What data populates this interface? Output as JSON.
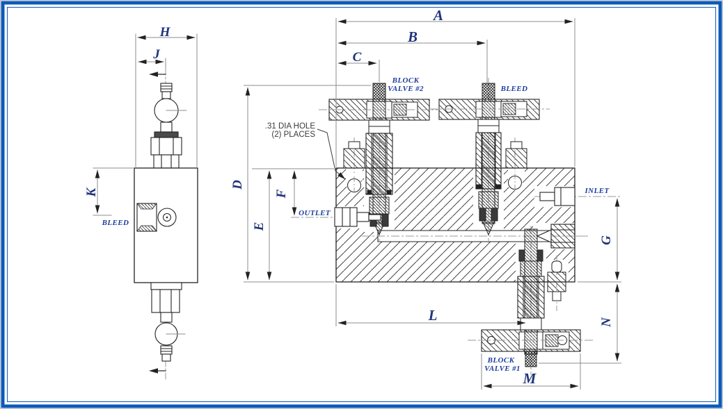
{
  "drawing": {
    "front_view": {
      "dim_labels": {
        "A": "A",
        "B": "B",
        "C": "C",
        "D": "D",
        "E": "E",
        "F": "F",
        "G": "G",
        "L": "L",
        "M": "M",
        "N": "N"
      },
      "port_labels": {
        "inlet": "INLET",
        "outlet": "OUTLET",
        "bleed": "BLEED"
      },
      "component_labels": {
        "block_valve_2_line1": "BLOCK",
        "block_valve_2_line2": "VALVE #2",
        "block_valve_1_line1": "BLOCK",
        "block_valve_1_line2": "VALVE #1"
      },
      "notes": {
        "hole_note_line1": ".31 DIA HOLE",
        "hole_note_line2": "(2) PLACES"
      }
    },
    "side_view": {
      "dim_labels": {
        "H": "H",
        "J": "J",
        "K": "K"
      },
      "port_labels": {
        "bleed": "BLEED"
      }
    },
    "colors": {
      "frame_blue": "#0d5ab8",
      "line_black": "#222222",
      "dim_gray": "#8c8c8c",
      "label_navy": "#1d3d9e",
      "dim_letter_navy": "#20347c",
      "note_gray": "#3a3a3a",
      "background": "#ffffff"
    }
  }
}
